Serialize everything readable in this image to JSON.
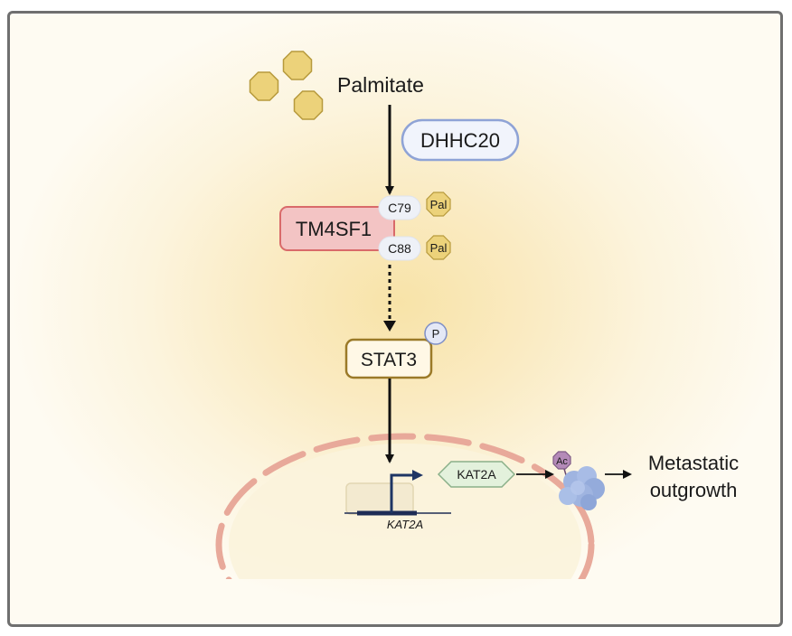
{
  "labels": {
    "palmitate": "Palmitate",
    "dhhc20": "DHHC20",
    "tm4sf1": "TM4SF1",
    "c79": "C79",
    "c88": "C88",
    "pal": "Pal",
    "stat3": "STAT3",
    "phospho": "P",
    "kat2a_protein": "KAT2A",
    "kat2a_gene": "KAT2A",
    "acetyl": "Ac",
    "outcome_line1": "Metastatic",
    "outcome_line2": "outgrowth"
  },
  "colors": {
    "palmitate": "#ecd27a",
    "tm4sf1_fill": "#f3c4c4",
    "tm4sf1_stroke": "#d96a6a",
    "dhhc20_stroke": "#8fa3d6",
    "stat3_stroke": "#9b7a28",
    "kat2a_fill": "#e3f1dc",
    "nucleus_membrane": "#e8a99a",
    "acetyl": "#b48ab8",
    "target_protein": "#9fb4e0"
  }
}
